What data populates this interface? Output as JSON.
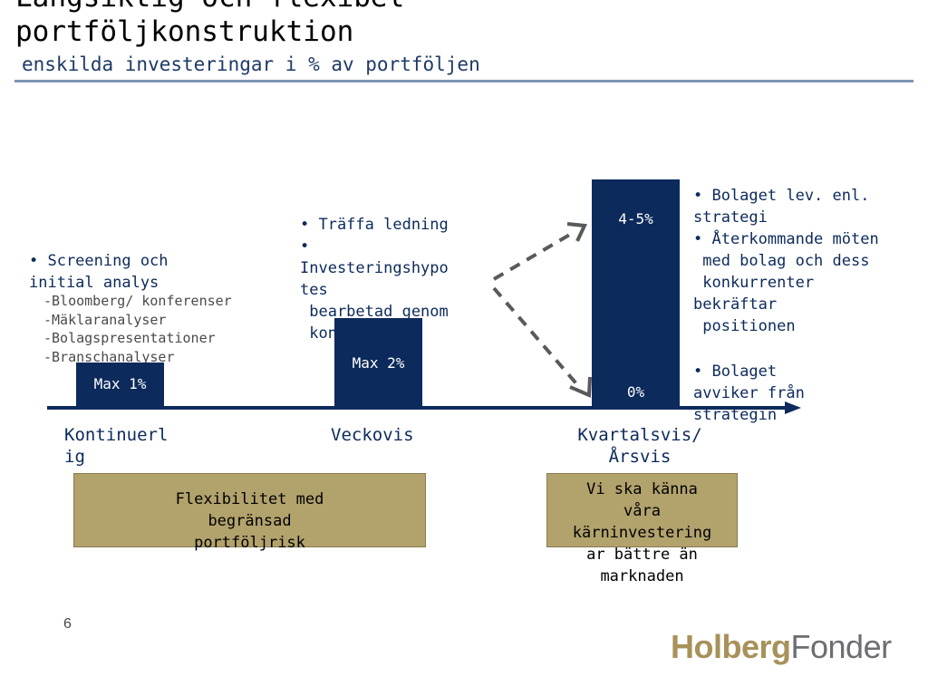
{
  "header": {
    "title_line1": "Långsiktig och flexibel",
    "title_line2": "portföljkonstruktion",
    "subtitle": "enskilda investeringar i % av portföljen"
  },
  "stages": [
    {
      "bar_label": "Max 1%",
      "note": "• Screening och\ninitial analys",
      "sub_items": [
        "-Bloomberg/ konferenser",
        "-Mäklaranalyser",
        "-Bolagspresentationer",
        "-Branschanalyser"
      ],
      "frequency": "Kontinuerl\nig"
    },
    {
      "bar_label": "Max 2%",
      "note": "• Träffa ledning\n•\nInvesteringshypo\ntes\n bearbetad genom\n konferenser",
      "frequency": "Veckovis"
    },
    {
      "bar_top_label": "4-5%",
      "bar_bottom_label": "0%",
      "note_up": "• Bolaget lev. enl.\nstrategi\n• Återkommande möten\n med bolag och dess\n konkurrenter\nbekräftar\n positionen",
      "note_down": "• Bolaget\navviker från\nstrategin",
      "frequency": "Kvartalsvis/\nÅrsvis"
    }
  ],
  "boxes": {
    "left": "Flexibilitet med\nbegränsad\nportföljrisk",
    "right": "Vi ska känna\nvåra\nkärninvestering\nar bättre än\nmarknaden"
  },
  "page_number": "6",
  "logo": {
    "part1": "Holberg",
    "part2": "Fonder"
  },
  "colors": {
    "navy": "#0c2a5b",
    "gold": "#b2a26c",
    "rule": "#7e96b8",
    "arrow": "#5a5a5a"
  }
}
